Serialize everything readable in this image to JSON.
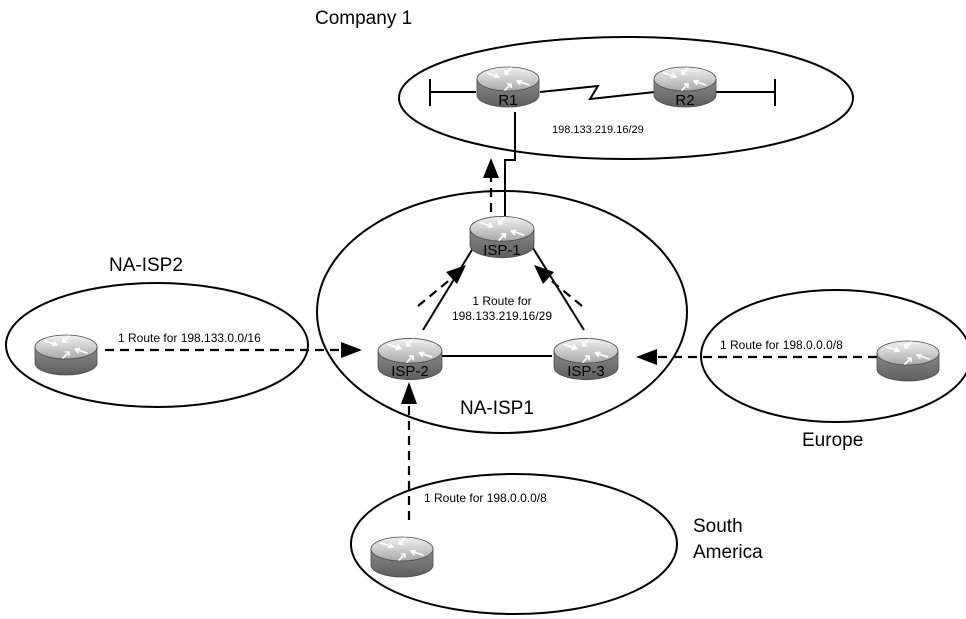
{
  "groups": {
    "company1": "Company 1",
    "na_isp1": "NA-ISP1",
    "na_isp2": "NA-ISP2",
    "europe": "Europe",
    "south_america_line1": "South",
    "south_america_line2": "America"
  },
  "routers": {
    "r1": "R1",
    "r2": "R2",
    "isp1": "ISP-1",
    "isp2": "ISP-2",
    "isp3": "ISP-3"
  },
  "labels": {
    "company_subnet": "198.133.219.16/29",
    "core_route_line1": "1 Route for",
    "core_route_line2": "198.133.219.16/29",
    "na_isp2_route": "1 Route for 198.133.0.0/16",
    "europe_route": "1 Route for 198.0.0.0/8",
    "south_america_route": "1 Route for 198.0.0.0/8"
  },
  "icons": {
    "router": "router-icon"
  }
}
